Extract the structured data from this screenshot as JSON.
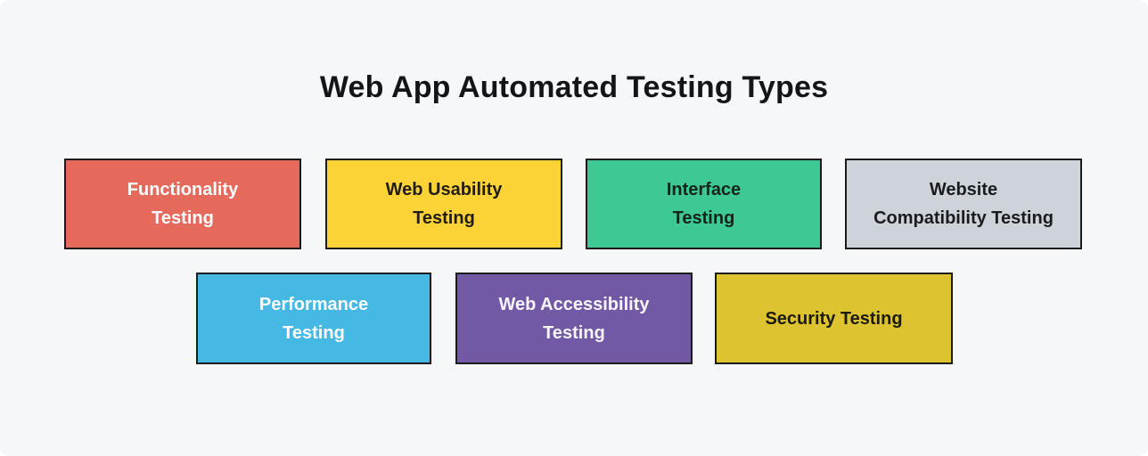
{
  "page": {
    "title": "Web App Automated Testing Types",
    "title_color": "#141518",
    "background_color": "#f5f7f8",
    "box_border_color": "#1b1b1b"
  },
  "boxes": [
    {
      "label": "Functionality Testing",
      "lines": [
        "Functionality",
        "Testing"
      ],
      "bg": "#e66a5b",
      "fg": "#ffffff"
    },
    {
      "label": "Web Usability Testing",
      "lines": [
        "Web Usability",
        "Testing"
      ],
      "bg": "#fbd337",
      "fg": "#211d12"
    },
    {
      "label": "Interface Testing",
      "lines": [
        "Interface",
        "Testing"
      ],
      "bg": "#3ec894",
      "fg": "#16231d"
    },
    {
      "label": "Website Compatibility Testing",
      "lines": [
        "Website",
        "Compatibility Testing"
      ],
      "bg": "#ced3d9",
      "fg": "#191b1e"
    },
    {
      "label": "Performance Testing",
      "lines": [
        "Performance",
        "Testing"
      ],
      "bg": "#45b8e3",
      "fg": "#fdfeff"
    },
    {
      "label": "Web Accessibility Testing",
      "lines": [
        "Web Accessibility",
        "Testing"
      ],
      "bg": "#7159a5",
      "fg": "#f8f6fc"
    },
    {
      "label": "Security Testing",
      "lines": [
        "Security Testing"
      ],
      "bg": "#dcc32f",
      "fg": "#1d1a0e"
    }
  ]
}
